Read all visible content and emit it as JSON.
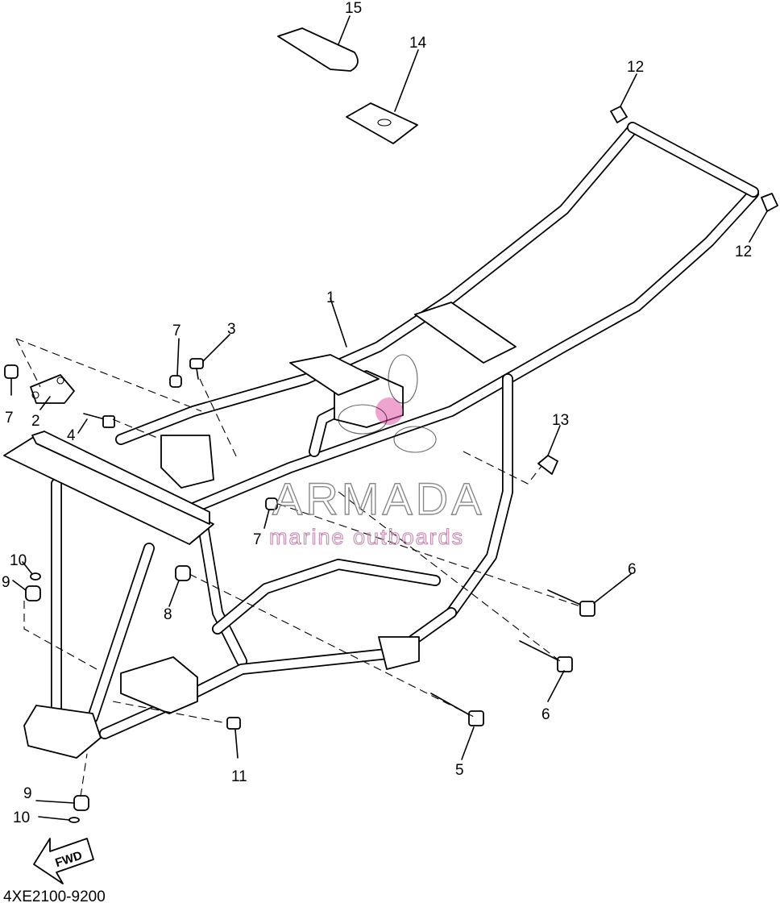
{
  "diagram": {
    "part_code": "4XE2100-9200",
    "fwd_arrow_label": "FWD",
    "watermark": {
      "brand": "ARMADA",
      "tagline": "marine outboards",
      "color": "#e05aa8"
    },
    "callouts": {
      "c1": "1",
      "c2": "2",
      "c3": "3",
      "c4": "4",
      "c5": "5",
      "c6a": "6",
      "c6b": "6",
      "c7a": "7",
      "c7b": "7",
      "c7c": "7",
      "c8": "8",
      "c9a": "9",
      "c9b": "9",
      "c10a": "10",
      "c10b": "10",
      "c11": "11",
      "c12a": "12",
      "c12b": "12",
      "c13": "13",
      "c14": "14",
      "c15": "15"
    }
  }
}
